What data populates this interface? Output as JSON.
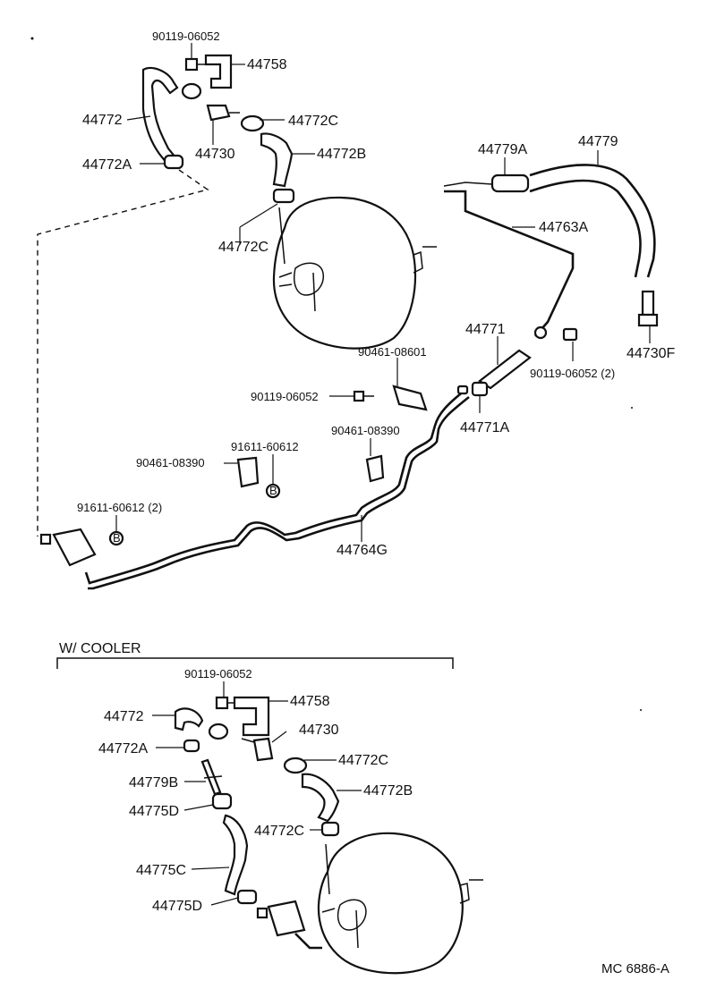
{
  "main_section": {
    "labels": {
      "bolt_top": "90119-06052",
      "bracket": "44758",
      "hose_left": "44772",
      "clamp_c_top": "44772C",
      "hose_b": "44772B",
      "valve": "44730",
      "clamp_a": "44772A",
      "clamp_c_lower": "44772C",
      "union_a": "44779A",
      "hose_right": "44779",
      "pipe_a": "44763A",
      "valve_f": "44730F",
      "pipe_upper": "44771",
      "clip_upper": "90461-08601",
      "bolt_pair": "90119-06052 (2)",
      "bolt_mid": "90119-06052",
      "clamp_771a": "44771A",
      "clip_right": "90461-08390",
      "clip_left": "90461-08390",
      "grommet_mid": "91611-60612",
      "grommet_pair": "91611-60612 (2)",
      "pipe_main": "44764G",
      "marker_b": "B"
    }
  },
  "cooler_section": {
    "title": "W/ COOLER",
    "labels": {
      "bolt": "90119-06052",
      "bracket": "44758",
      "hose": "44772",
      "valve": "44730",
      "clamp_a": "44772A",
      "clamp_c": "44772C",
      "union_b": "44779B",
      "hose_b": "44772B",
      "clamp_d_top": "44775D",
      "clamp_c2": "44772C",
      "hose_c": "44775C",
      "clamp_d_bottom": "44775D"
    }
  },
  "footer": {
    "code": "MC  6886-A"
  }
}
